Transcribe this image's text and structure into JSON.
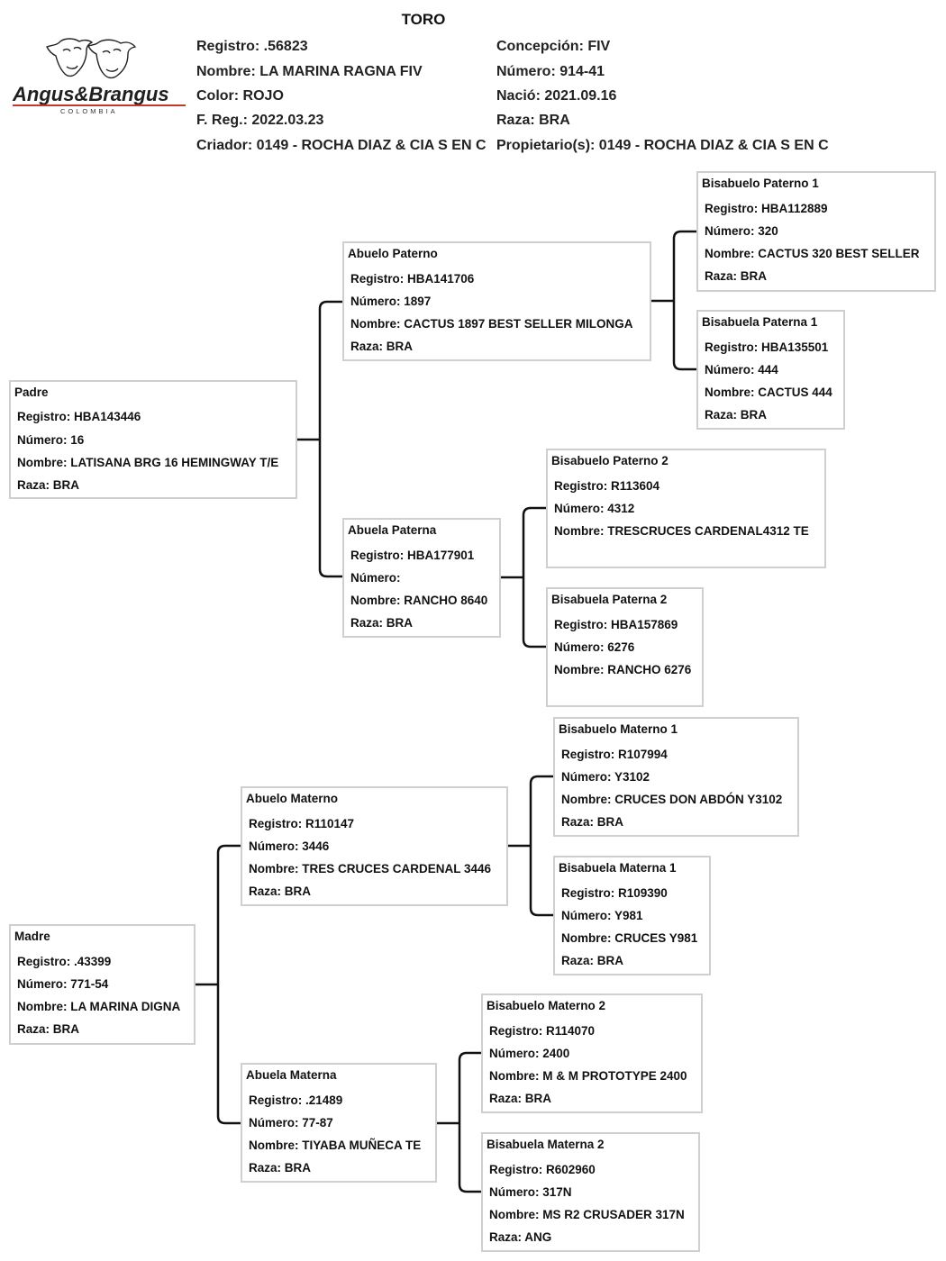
{
  "title": "TORO",
  "logo": {
    "brand": "Angus&Brangus",
    "country": "COLOMBIA"
  },
  "header": {
    "registro": "Registro: .56823",
    "nombre": "Nombre:  LA MARINA RAGNA FIV",
    "color": "Color: ROJO",
    "freg": "F. Reg.: 2022.03.23",
    "criador": "Criador: 0149 - ROCHA DIAZ & CIA S EN C",
    "concepcion": "Concepción: FIV",
    "numero": "Número: 914-41",
    "nacio": "Nació: 2021.09.16",
    "raza": "Raza: BRA",
    "propietario": "Propietario(s): 0149 - ROCHA DIAZ & CIA S EN C"
  },
  "padre": {
    "title": "Padre",
    "registro": "Registro: HBA143446",
    "numero": "Número: 16",
    "nombre": "Nombre: LATISANA BRG 16 HEMINGWAY T/E",
    "raza": "Raza: BRA"
  },
  "abuelo_paterno": {
    "title": "Abuelo Paterno",
    "registro": "Registro: HBA141706",
    "numero": "Número: 1897",
    "nombre": "Nombre: CACTUS 1897 BEST SELLER MILONGA",
    "raza": "Raza: BRA"
  },
  "abuela_paterna": {
    "title": "Abuela Paterna",
    "registro": "Registro: HBA177901",
    "numero": "Número:",
    "nombre": "Nombre: RANCHO 8640",
    "raza": "Raza: BRA"
  },
  "bisabuelo_paterno_1": {
    "title": "Bisabuelo Paterno 1",
    "registro": "Registro: HBA112889",
    "numero": "Número: 320",
    "nombre": "Nombre: CACTUS 320 BEST SELLER",
    "raza": "Raza: BRA"
  },
  "bisabuela_paterna_1": {
    "title": "Bisabuela Paterna 1",
    "registro": "Registro: HBA135501",
    "numero": "Número: 444",
    "nombre": "Nombre: CACTUS 444",
    "raza": "Raza: BRA"
  },
  "bisabuelo_paterno_2": {
    "title": "Bisabuelo Paterno 2",
    "registro": "Registro: R113604",
    "numero": "Número: 4312",
    "nombre": "Nombre: TRESCRUCES CARDENAL4312 TE",
    "raza": ""
  },
  "bisabuela_paterna_2": {
    "title": "Bisabuela Paterna 2",
    "registro": "Registro: HBA157869",
    "numero": "Número: 6276",
    "nombre": "Nombre: RANCHO 6276",
    "raza": ""
  },
  "madre": {
    "title": "Madre",
    "registro": "Registro: .43399",
    "numero": "Número: 771-54",
    "nombre": "Nombre: LA MARINA DIGNA",
    "raza": "Raza: BRA"
  },
  "abuelo_materno": {
    "title": "Abuelo Materno",
    "registro": "Registro: R110147",
    "numero": "Número: 3446",
    "nombre": "Nombre: TRES CRUCES CARDENAL 3446",
    "raza": "Raza: BRA"
  },
  "abuela_materna": {
    "title": "Abuela Materna",
    "registro": "Registro: .21489",
    "numero": "Número: 77-87",
    "nombre": "Nombre: TIYABA MUÑECA TE",
    "raza": "Raza: BRA"
  },
  "bisabuelo_materno_1": {
    "title": "Bisabuelo Materno 1",
    "registro": "Registro: R107994",
    "numero": "Número: Y3102",
    "nombre": "Nombre: CRUCES DON ABDÓN Y3102",
    "raza": "Raza: BRA"
  },
  "bisabuela_materna_1": {
    "title": "Bisabuela Materna 1",
    "registro": "Registro: R109390",
    "numero": "Número: Y981",
    "nombre": "Nombre: CRUCES Y981",
    "raza": "Raza: BRA"
  },
  "bisabuelo_materno_2": {
    "title": "Bisabuelo Materno 2",
    "registro": "Registro: R114070",
    "numero": "Número: 2400",
    "nombre": "Nombre: M & M PROTOTYPE 2400",
    "raza": "Raza: BRA"
  },
  "bisabuela_materna_2": {
    "title": "Bisabuela Materna 2",
    "registro": "Registro: R602960",
    "numero": "Número: 317N",
    "nombre": "Nombre: MS R2 CRUSADER 317N",
    "raza": "Raza: ANG"
  }
}
